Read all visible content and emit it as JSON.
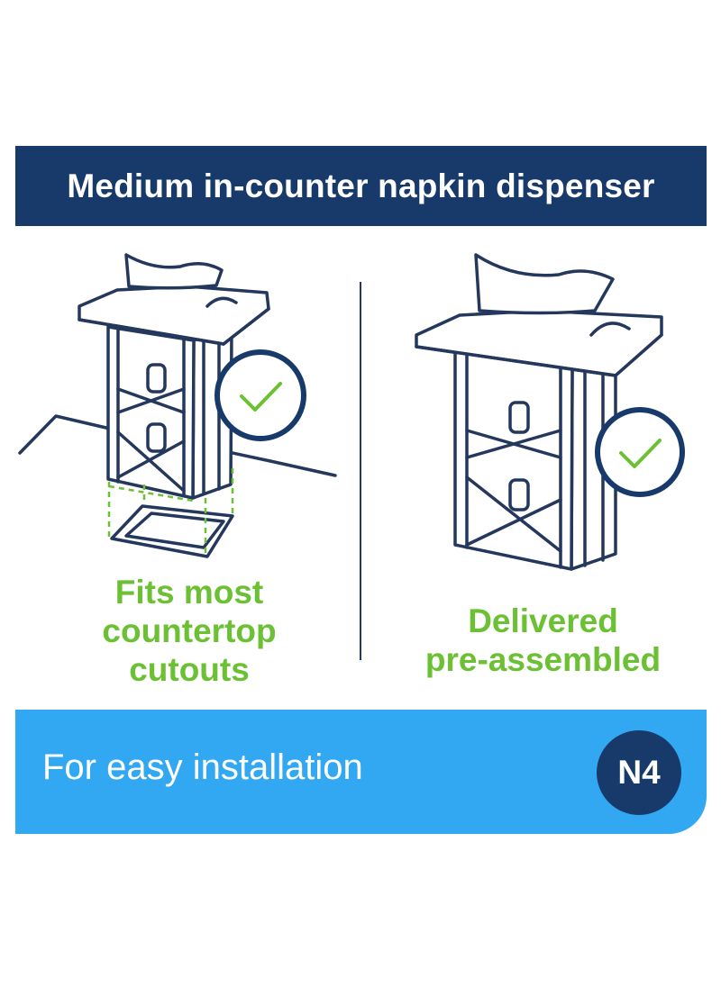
{
  "header": {
    "title": "Medium in-counter napkin dispenser"
  },
  "features": [
    {
      "lines": [
        "Fits most",
        "countertop",
        "cutouts"
      ],
      "icon": "checkmark-icon"
    },
    {
      "lines": [
        "Delivered",
        "pre-assembled"
      ],
      "icon": "checkmark-icon"
    }
  ],
  "footer": {
    "text": "For easy installation",
    "badge": "N4"
  },
  "colors": {
    "navy": "#173a6b",
    "green": "#6cc033",
    "blue": "#33a8f2",
    "line": "#24375c"
  }
}
